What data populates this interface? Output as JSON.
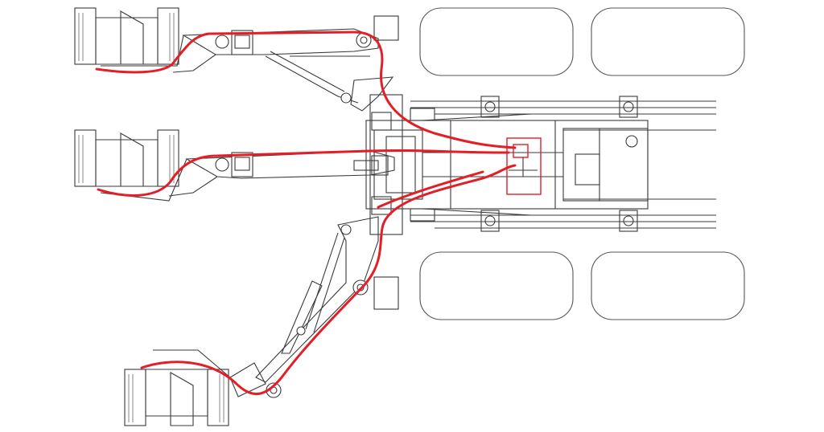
{
  "diagram": {
    "kind": "line-drawing",
    "colors": {
      "background": "#ffffff",
      "outline": "#3a3a3a",
      "hydraulic_line": "#e41e26",
      "tire": "#555555"
    },
    "parts": [
      "chassis",
      "front-left-tire",
      "rear-left-tire",
      "front-right-tire",
      "rear-right-tire",
      "upper-boom-arm",
      "middle-boom-arm",
      "lower-boom-arm",
      "upper-gripper-head",
      "middle-gripper-head",
      "lower-gripper-head",
      "hydraulic-hose-routing",
      "valve-block"
    ]
  }
}
